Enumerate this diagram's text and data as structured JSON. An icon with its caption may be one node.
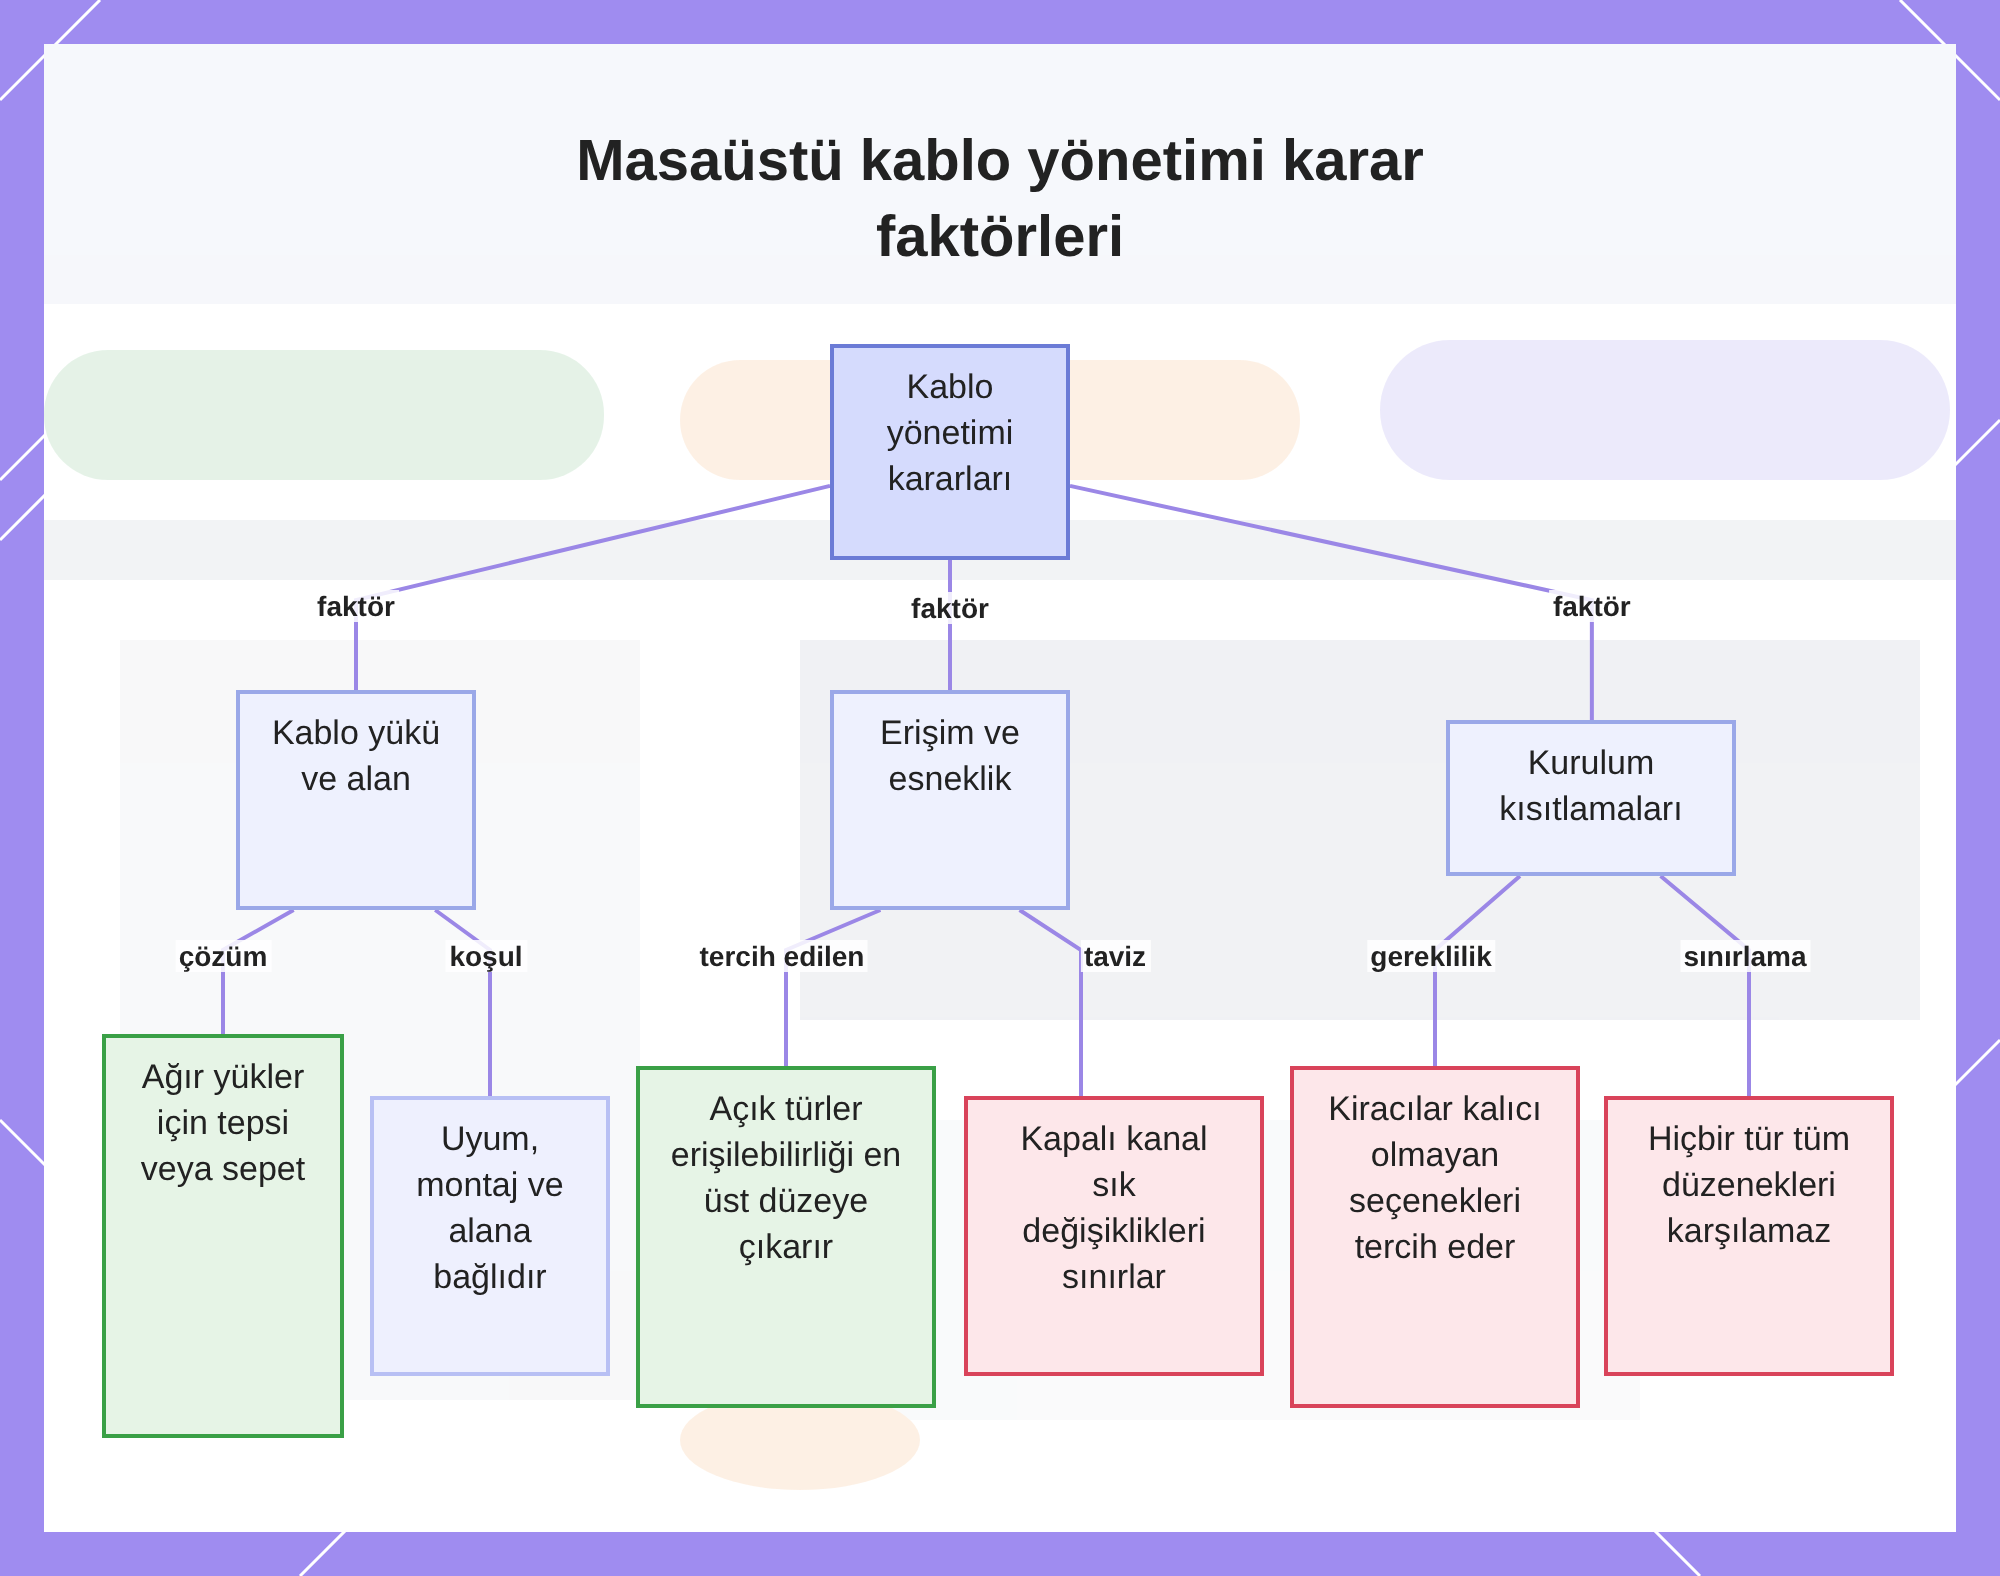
{
  "diagram": {
    "title": "Masaüstü kablo yönetimi karar faktörleri",
    "nodes": [
      {
        "text": [
          "Kablo yönetimi kararları"
        ]
      },
      {
        "text": [
          "Kablo yükü ve alan"
        ]
      },
      {
        "text": [
          "Erişim ve esneklik"
        ]
      },
      {
        "text": [
          "Kurulum kısıtlamaları"
        ]
      },
      {
        "text": [
          "Ağır yükler için tepsi veya sepet"
        ]
      },
      {
        "text": [
          "Uyum, montaj ve alana bağlıdır"
        ]
      },
      {
        "text": [
          "Açık türler erişilebilirliği en üst düzeye çıkarır"
        ]
      },
      {
        "text": [
          "Kapalı kanal sık değişiklikleri sınırlar"
        ]
      },
      {
        "text": [
          "Kiracılar kalıcı olmayan seçenekleri tercih eder"
        ]
      },
      {
        "text": [
          "Hiçbir tür tüm düzenekleri karşılamaz"
        ]
      }
    ],
    "edges": [
      {
        "from": 0,
        "to": 1,
        "arrow": "none",
        "label": "faktör"
      },
      {
        "from": 0,
        "to": 2,
        "arrow": "none",
        "label": "faktör"
      },
      {
        "from": 0,
        "to": 3,
        "arrow": "none",
        "label": "faktör"
      },
      {
        "from": 1,
        "to": 4,
        "arrow": "none",
        "label": "çözüm"
      },
      {
        "from": 1,
        "to": 5,
        "arrow": "none",
        "label": "koşul"
      },
      {
        "from": 2,
        "to": 6,
        "arrow": "none",
        "label": "tercih edilen"
      },
      {
        "from": 2,
        "to": 7,
        "arrow": "none",
        "label": "taviz"
      },
      {
        "from": 3,
        "to": 8,
        "arrow": "none",
        "label": "gereklilik"
      },
      {
        "from": 3,
        "to": 9,
        "arrow": "none",
        "label": "sınırlama"
      }
    ]
  }
}
